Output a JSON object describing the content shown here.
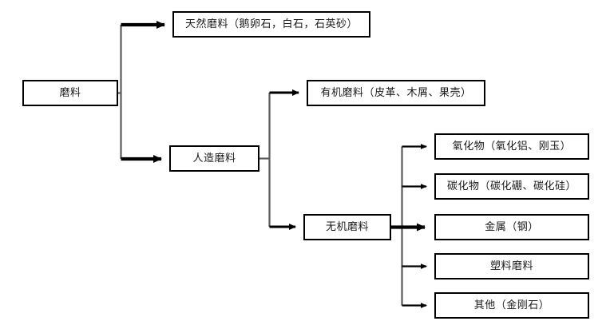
{
  "diagram": {
    "type": "tree-hierarchy",
    "orientation": "left-to-right",
    "background_color": "#ffffff",
    "box_border_color": "#000000",
    "trunk_color": "#5a5a5a",
    "arrow_color": "#000000",
    "root": {
      "id": "abrasives-root",
      "label": "磨料"
    },
    "level1": [
      {
        "id": "natural-abrasives",
        "label": "天然磨料（鹅卵石，白石，石英砂）"
      },
      {
        "id": "artificial-abrasives",
        "label": "人造磨料"
      }
    ],
    "level2": [
      {
        "id": "organic-abrasives",
        "label": "有机磨料（皮革、木屑、果壳）"
      },
      {
        "id": "inorganic-abrasives",
        "label": "无机磨料"
      }
    ],
    "level3": [
      {
        "id": "oxides",
        "label": "氧化物（氧化铝、刚玉）"
      },
      {
        "id": "carbides",
        "label": "碳化物（碳化硼、碳化硅）"
      },
      {
        "id": "metal",
        "label": "金属（钢）"
      },
      {
        "id": "plastic-abrasives",
        "label": "塑料磨料"
      },
      {
        "id": "others",
        "label": "其他（金刚石）"
      }
    ]
  }
}
